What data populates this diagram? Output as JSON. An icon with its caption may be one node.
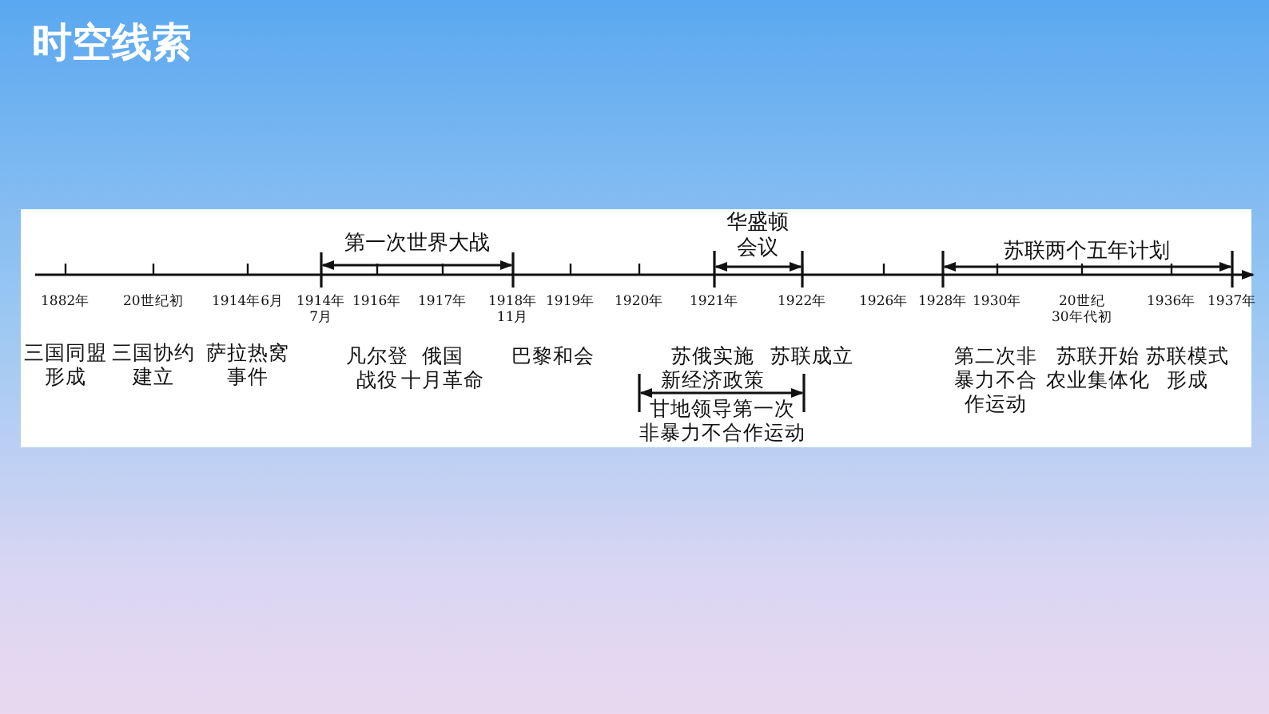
{
  "diagram": {
    "title": "时空线索",
    "labels": [
      "第一次世界大战",
      "华盛顿会议",
      "苏联两个五年计划",
      "1882年",
      "20世纪初",
      "1914年6月",
      "1914年7月",
      "1916年",
      "1917年",
      "1918年11月",
      "1919年",
      "1920年",
      "1921年",
      "1922年",
      "1926年",
      "1928年",
      "1930年",
      "20世纪30年代初",
      "1936年",
      "1937年",
      "三国同盟形成",
      "三国协约建立",
      "萨拉热窝事件",
      "凡尔登战役",
      "俄国十月革命",
      "巴黎和会",
      "苏俄实施新经济政策",
      "苏联成立",
      "第二次非暴力不合作运动",
      "苏联开始农业集体化",
      "苏联模式形成",
      "甘地领导第一次非暴力不合作运动"
    ]
  }
}
